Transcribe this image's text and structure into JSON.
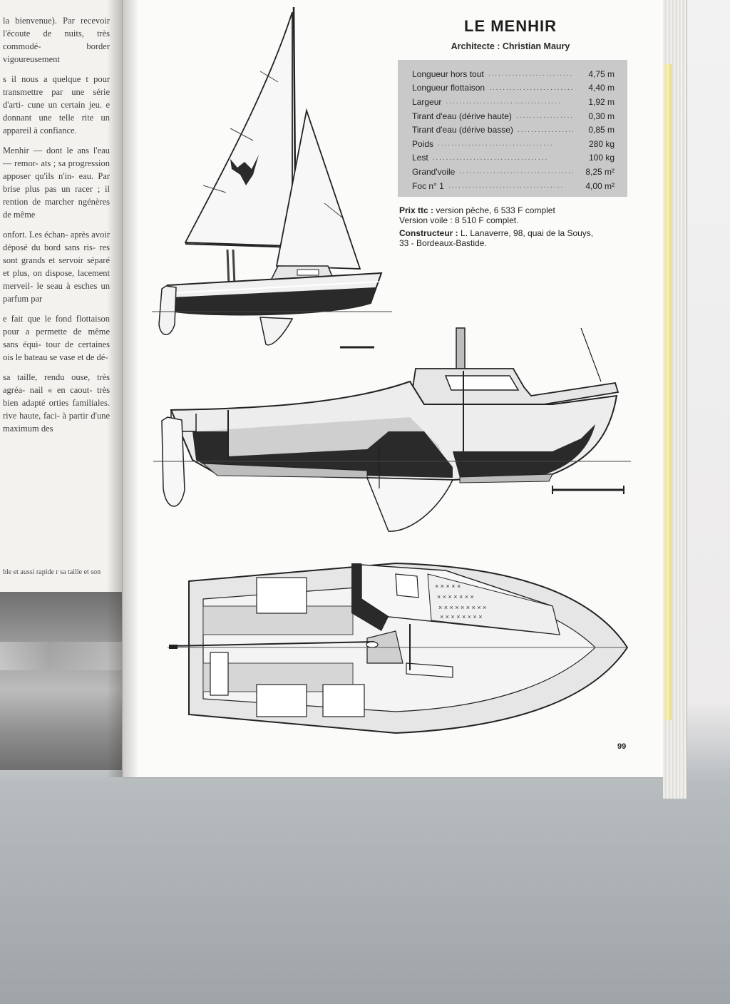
{
  "left_page": {
    "paragraphs": [
      "la bienvenue). Par recevoir l'écoute de nuits, très commodé- border vigoureusement",
      "s il nous a quelque t pour transmettre par une série d'arti- cune un certain jeu. e donnant une telle rite un appareil à confiance.",
      "Menhir — dont le ans l'eau — remor- ats ; sa progression apposer qu'ils n'in- eau. Par brise plus pas un racer ; il rention de marcher ngénères de même",
      "onfort. Les échan- après avoir déposé du bord sans ris- res sont grands et servoir séparé et plus, on dispose, lacement merveil- le seau à esches un parfum par",
      "e fait que le fond flottaison pour a permette de même sans équi- tour de certaines ois le bateau se vase et de dé-",
      "sa taille, rendu ouse, très agréa- nail « en caout- très bien adapté orties familiales. rive haute, faci- à partir d'une maximum des"
    ],
    "caption": "ble et aussi rapide r sa taille et son"
  },
  "header": {
    "title": "LE MENHIR",
    "subtitle": "Architecte : Christian Maury"
  },
  "specs": [
    {
      "label": "Longueur hors tout",
      "value": "4,75 m"
    },
    {
      "label": "Longueur flottaison",
      "value": "4,40 m"
    },
    {
      "label": "Largeur",
      "value": "1,92 m"
    },
    {
      "label": "Tirant d'eau (dérive haute)",
      "value": "0,30 m"
    },
    {
      "label": "Tirant d'eau (dérive basse)",
      "value": "0,85 m"
    },
    {
      "label": "Poids",
      "value": "280 kg"
    },
    {
      "label": "Lest",
      "value": "100 kg"
    },
    {
      "label": "Grand'voile",
      "value": "8,25 m²"
    },
    {
      "label": "Foc n° 1",
      "value": "4,00 m²"
    }
  ],
  "price": {
    "label": "Prix ttc :",
    "line1": "version pêche, 6 533 F complet",
    "line2": "Version voile : 8 510 F complet."
  },
  "builder": {
    "label": "Constructeur :",
    "line1": "L. Lanaverre, 98, quai de la Souys,",
    "line2": "33 - Bordeaux-Bastide."
  },
  "page_number": "99",
  "colors": {
    "dark_hull": "#2a2a2a",
    "grey_fill": "#cfcfcf",
    "light_fill": "#e6e6e6",
    "spec_box": "#c9c9c9"
  }
}
